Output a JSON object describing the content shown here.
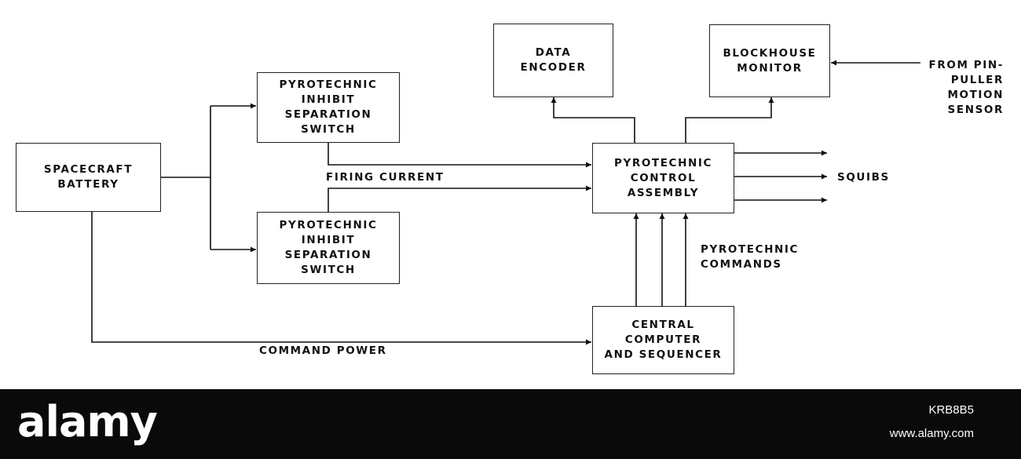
{
  "diagram": {
    "spacecraft_battery": "SPACECRAFT\nBATTERY",
    "inhibit_switch_top": "PYROTECHNIC\nINHIBIT\nSEPARATION\nSWITCH",
    "inhibit_switch_bottom": "PYROTECHNIC\nINHIBIT\nSEPARATION\nSWITCH",
    "data_encoder": "DATA\nENCODER",
    "blockhouse_monitor": "BLOCKHOUSE\nMONITOR",
    "pyro_control_assembly": "PYROTECHNIC\nCONTROL\nASSEMBLY",
    "central_computer": "CENTRAL\nCOMPUTER\nAND SEQUENCER",
    "label_firing_current": "FIRING CURRENT",
    "label_squibs": "SQUIBS",
    "label_pyro_commands": "PYROTECHNIC\nCOMMANDS",
    "label_command_power": "COMMAND POWER",
    "label_from_pin_puller": "FROM PIN-\nPULLER\nMOTION\nSENSOR"
  },
  "footer": {
    "logo": "alamy",
    "image_id": "KRB8B5",
    "site": "www.alamy.com",
    "background": "#0a0a0a"
  }
}
